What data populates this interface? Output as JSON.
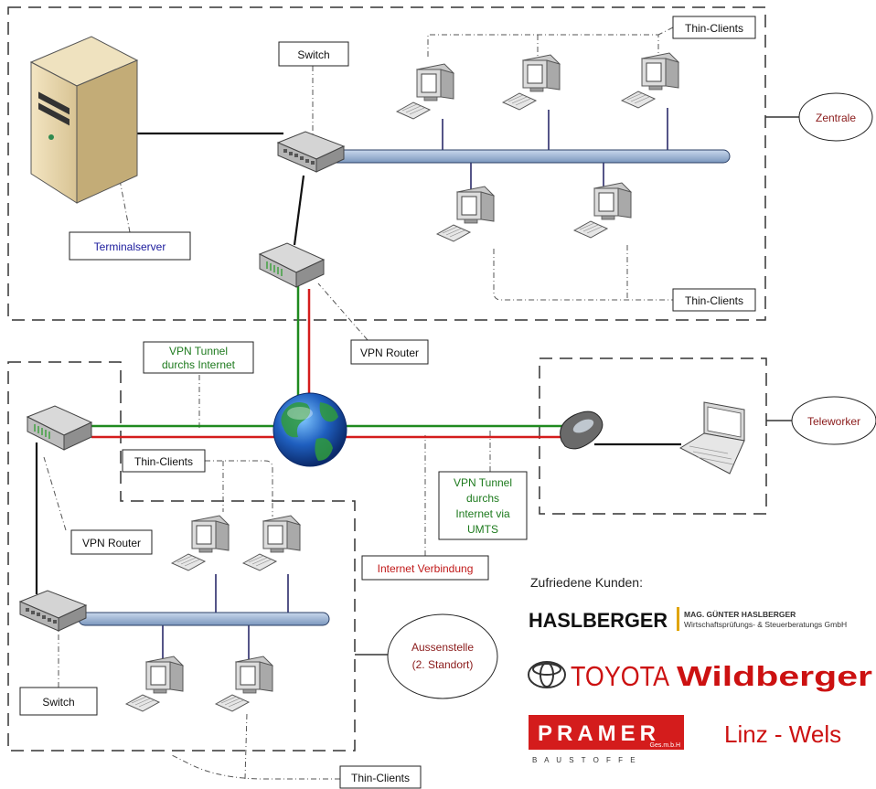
{
  "labels": {
    "terminalserver": "Terminalserver",
    "switch_top": "Switch",
    "thin_clients_top": "Thin-Clients",
    "thin_clients_mid": "Thin-Clients",
    "thin_clients_branch": "Thin-Clients",
    "thin_clients_bottom": "Thin-Clients",
    "vpn_router_top": "VPN Router",
    "vpn_router_branch": "VPN Router",
    "switch_branch": "Switch",
    "vpn_tunnel_internet": [
      "VPN Tunnel",
      "durchs Internet"
    ],
    "vpn_tunnel_umts": [
      "VPN Tunnel",
      "durchs",
      "Internet via",
      "UMTS"
    ],
    "internet_verbindung": "Internet Verbindung"
  },
  "sites": {
    "zentrale": "Zentrale",
    "teleworker": "Teleworker",
    "aussenstelle": [
      "Aussenstelle",
      "(2. Standort)"
    ]
  },
  "customers": {
    "heading": "Zufriedene Kunden:",
    "haslberger": {
      "name": "HASLBERGER",
      "line1": "MAG. GÜNTER HASLBERGER",
      "line2": "Wirtschaftsprüfungs- & Steuerberatungs GmbH"
    },
    "toyota": {
      "brand": "TOYOTA",
      "dealer": "Wildberger"
    },
    "pramer": {
      "name": "PRAMER",
      "suffix": "Ges.m.b.H",
      "sub": "B A U S T O F F E",
      "cities": "Linz - Wels"
    }
  },
  "colors": {
    "label_blue": "#1a1a9c",
    "label_green": "#1d7a1d",
    "label_red": "#c01818",
    "site_red": "#8a1a1a",
    "tunnel_green": "#1f8a1f",
    "tunnel_red": "#d41c1c",
    "bus_blue": "#a9bfdc"
  }
}
